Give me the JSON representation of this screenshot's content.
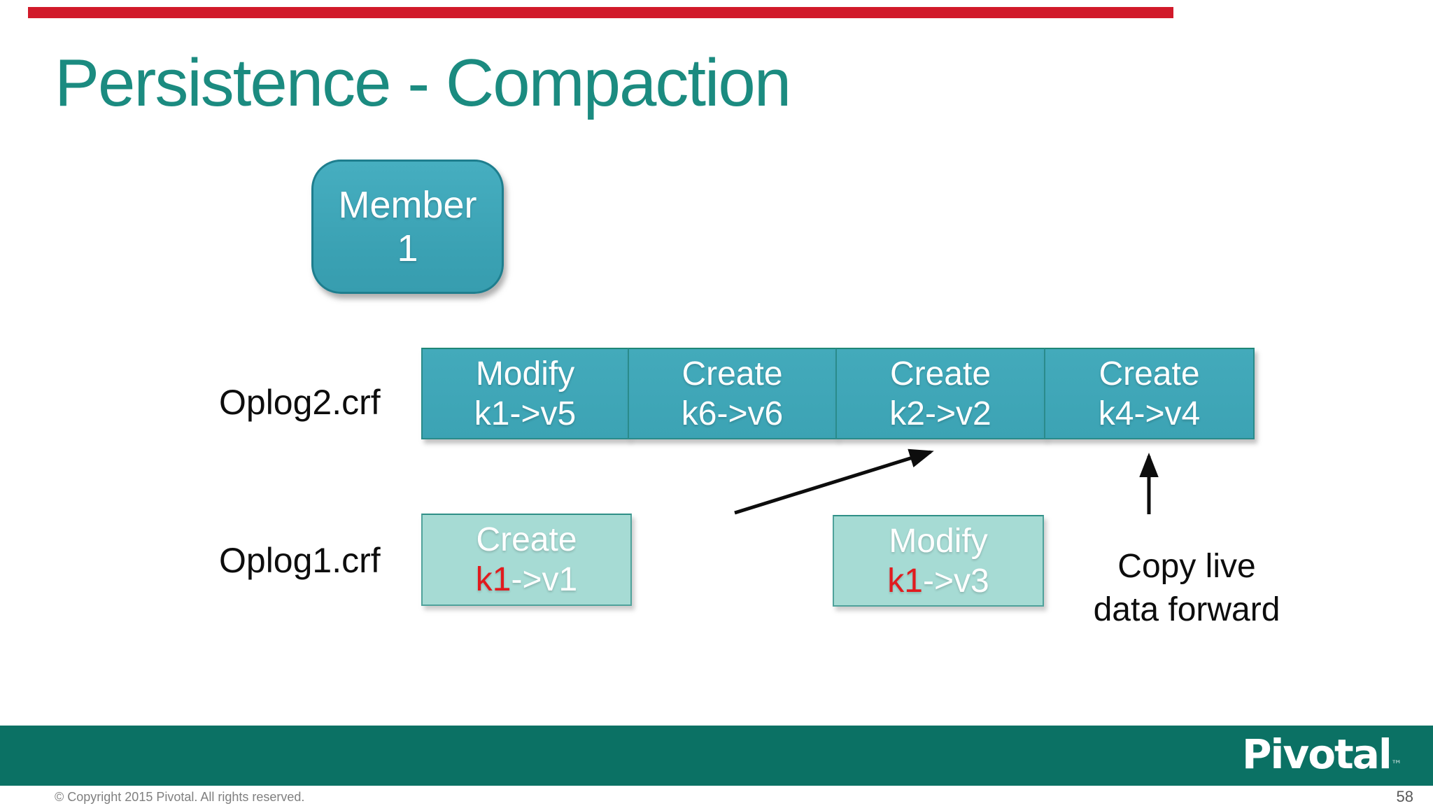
{
  "slide": {
    "title": "Persistence - Compaction",
    "page_number": "58",
    "copyright_text": "© Copyright 2015 Pivotal. All rights reserved.",
    "brand": {
      "logo_text": "Pivotal",
      "trademark": "™"
    }
  },
  "colors": {
    "title_teal": "#1B8B80",
    "top_accent_red": "#D11A2A",
    "member_box_fill": "#3FA8BA",
    "member_box_border": "#1E7E8E",
    "oplog2_box_fill": "#3EA6B7",
    "oplog2_box_border": "#2A8B8B",
    "oplog1_box_fill": "#A6DBD4",
    "oplog1_box_border": "#4FA29B",
    "key_red": "#E11B1E",
    "footer_bar_teal": "#0B7164",
    "copyright_gray": "#7F7F7F"
  },
  "member_box": {
    "line1": "Member",
    "line2": "1"
  },
  "oplog2": {
    "label": "Oplog2.crf",
    "boxes": [
      {
        "line1": "Modify",
        "line2": "k1->v5"
      },
      {
        "line1": "Create",
        "line2": "k6->v6"
      },
      {
        "line1": "Create",
        "line2": "k2->v2"
      },
      {
        "line1": "Create",
        "line2": "k4->v4"
      }
    ]
  },
  "oplog1": {
    "label": "Oplog1.crf",
    "boxes": [
      {
        "line1": "Create",
        "key": "k1",
        "rest": "->v1"
      },
      {
        "line1": "Modify",
        "key": "k1",
        "rest": "->v3"
      }
    ]
  },
  "annotation": {
    "line1": "Copy live",
    "line2": "data forward"
  }
}
